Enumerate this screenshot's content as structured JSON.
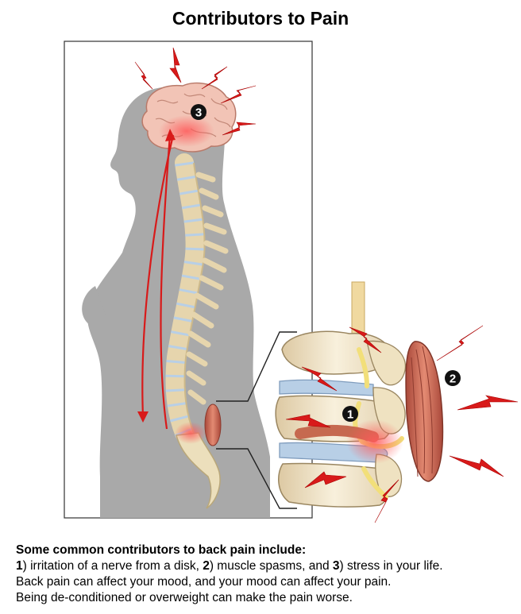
{
  "title": "Contributors to Pain",
  "labels": {
    "one": "1",
    "two": "2",
    "three": "3"
  },
  "caption": {
    "heading": "Some common contributors to back pain include:",
    "item1_num": "1",
    "item1_text": ") irritation of a nerve from a disk, ",
    "item2_num": "2",
    "item2_text": ") muscle spasms, and ",
    "item3_num": "3",
    "item3_text": ") stress in your life.",
    "line2": "Back pain can affect your mood, and your mood can affect your pain.",
    "line3": "Being de-conditioned or overweight can make the pain worse."
  },
  "colors": {
    "silhouette": "#a9a9a9",
    "brain": "#f2c4b6",
    "bone": "#f4ead0",
    "disc": "#b8cfe6",
    "muscle": "#c86a58",
    "nerve": "#f2df7a",
    "bolt": "#d81a1a"
  }
}
